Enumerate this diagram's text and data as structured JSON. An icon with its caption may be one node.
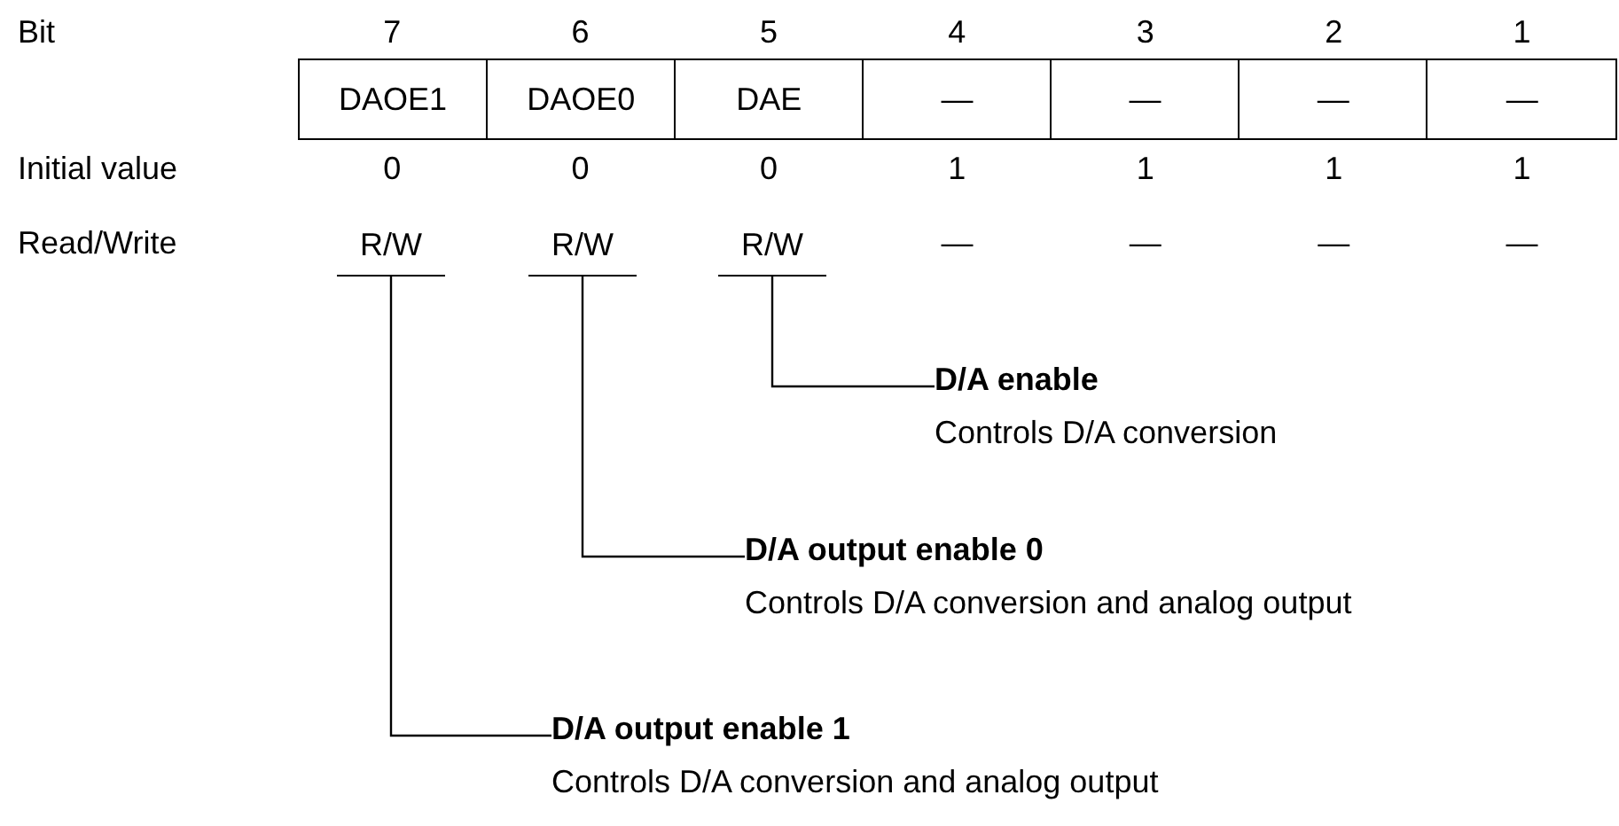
{
  "diagram": {
    "nodes": [
      {
        "text": [
          "R/W"
        ]
      },
      {
        "text": [
          "R/W"
        ]
      },
      {
        "text": [
          "R/W"
        ]
      },
      {
        "text": [
          "D/A enable",
          "Controls D/A conversion"
        ]
      },
      {
        "text": [
          "D/A output enable 0",
          "Controls D/A conversion and analog output"
        ]
      },
      {
        "text": [
          "D/A output enable 1",
          "Controls D/A conversion and analog output"
        ]
      }
    ],
    "edges": [
      {
        "from": 2,
        "to": 3,
        "arrow": "none"
      },
      {
        "from": 1,
        "to": 4,
        "arrow": "none"
      },
      {
        "from": 0,
        "to": 5,
        "arrow": "none"
      }
    ],
    "labels": [
      "Bit",
      "7",
      "6",
      "5",
      "4",
      "3",
      "2",
      "1",
      "DAOE1",
      "DAOE0",
      "DAE",
      "—",
      "—",
      "—",
      "—",
      "Initial value",
      "0",
      "0",
      "0",
      "1",
      "1",
      "1",
      "1",
      "Read/Write",
      "—",
      "—",
      "—",
      "—"
    ]
  }
}
